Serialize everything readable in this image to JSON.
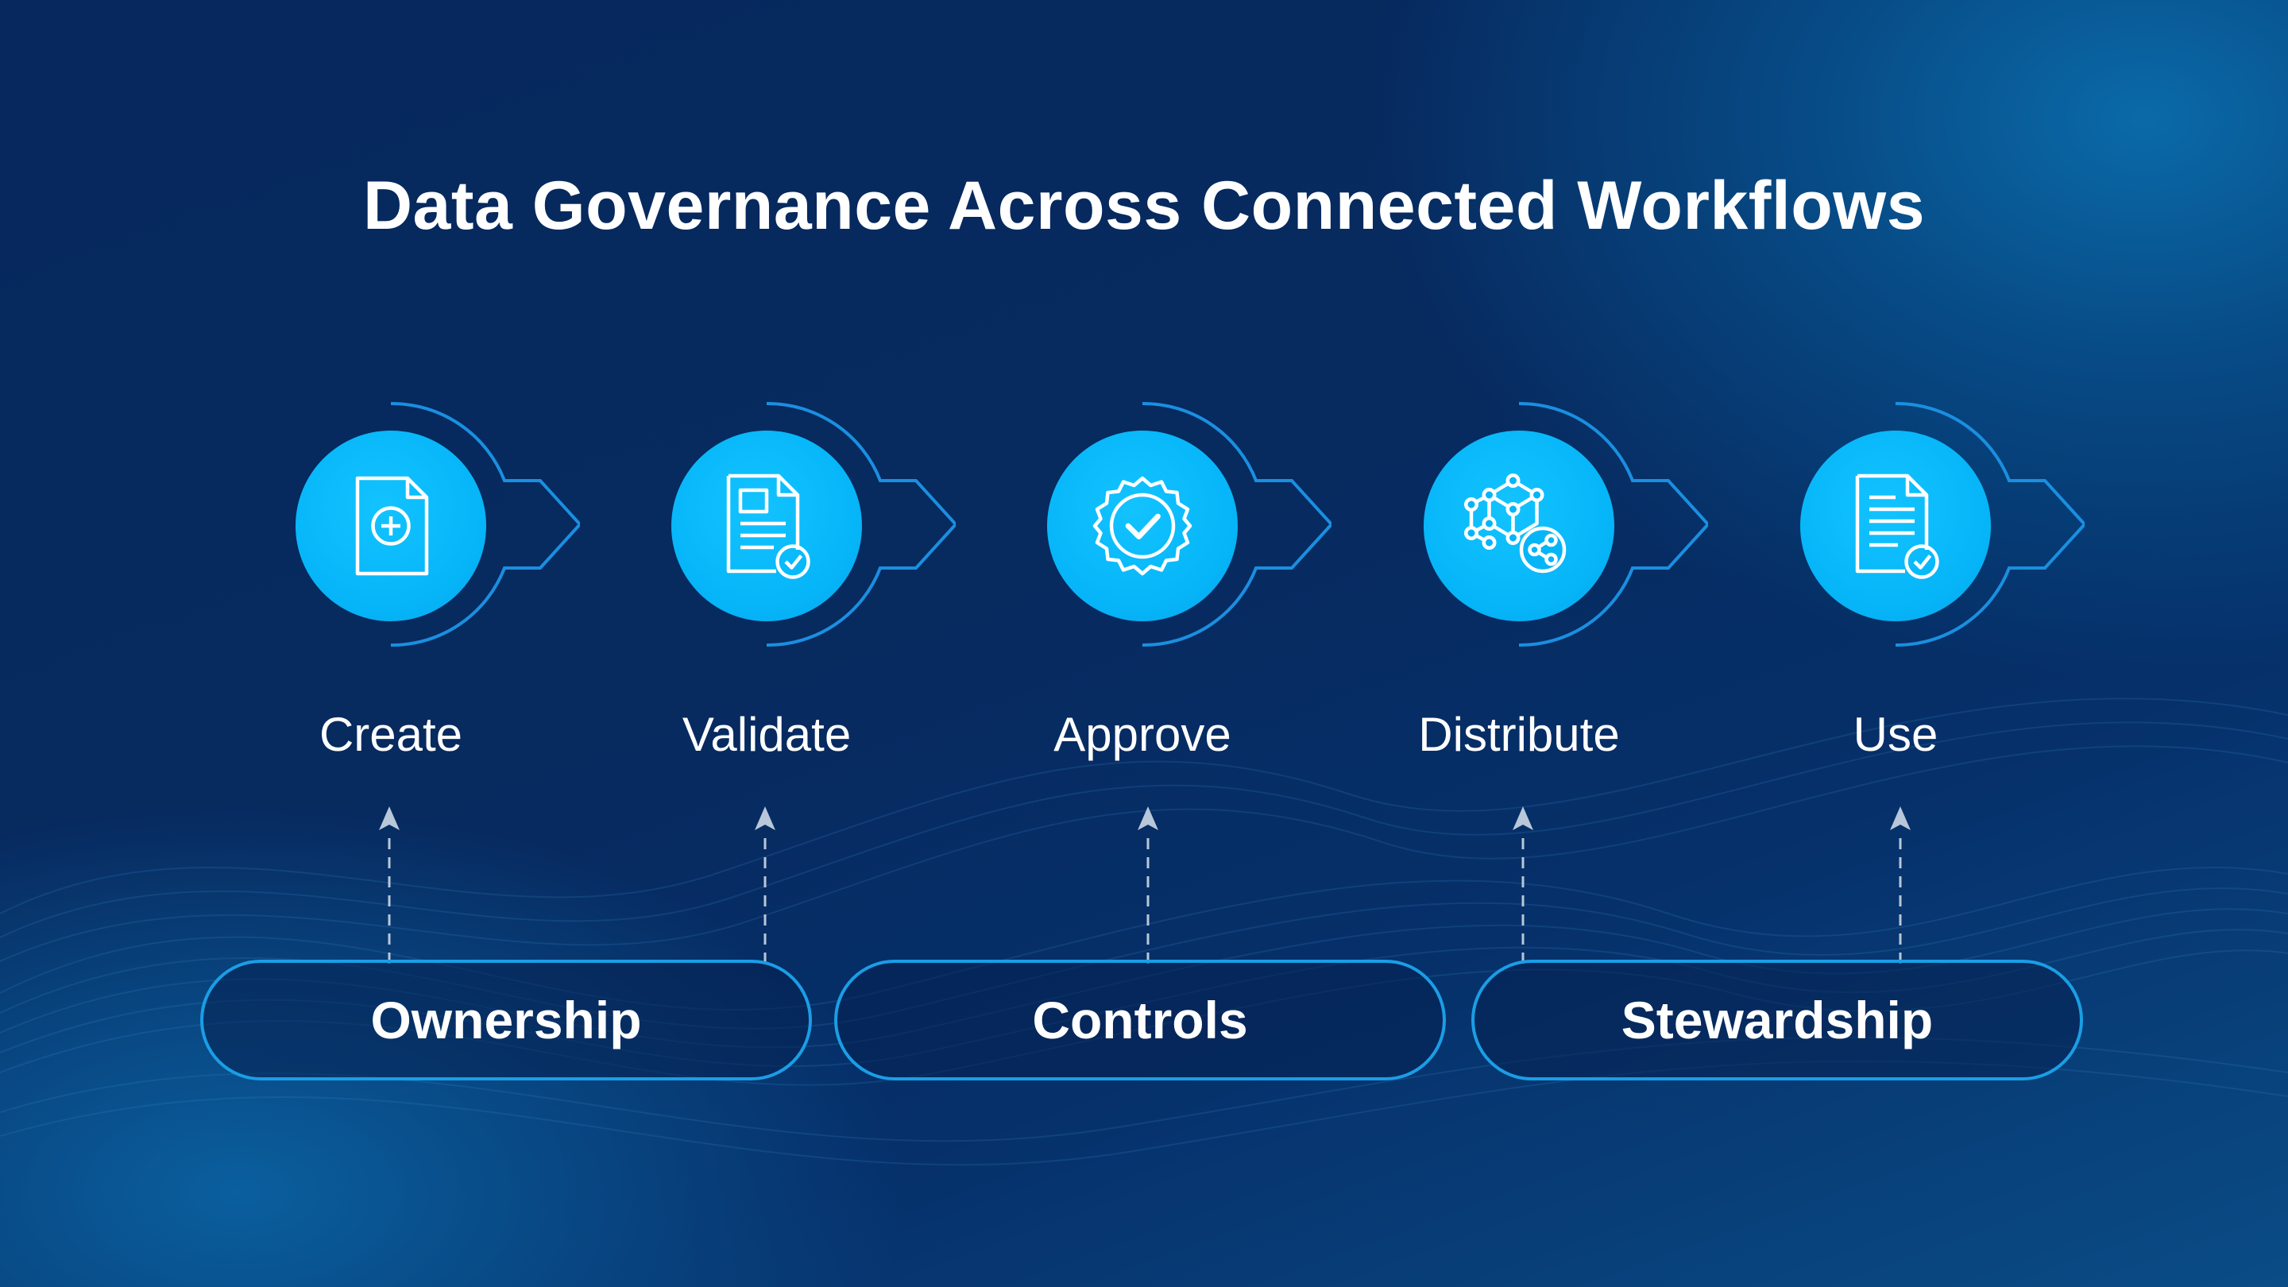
{
  "title": "Data Governance Across Connected Workflows",
  "steps": [
    {
      "label": "Create",
      "icon": "document-plus-icon"
    },
    {
      "label": "Validate",
      "icon": "document-check-icon"
    },
    {
      "label": "Approve",
      "icon": "badge-check-icon"
    },
    {
      "label": "Distribute",
      "icon": "network-share-icon"
    },
    {
      "label": "Use",
      "icon": "document-check-icon"
    }
  ],
  "pillars": [
    {
      "label": "Ownership"
    },
    {
      "label": "Controls"
    },
    {
      "label": "Stewardship"
    }
  ],
  "colors": {
    "background": "#06285e",
    "accent": "#06b5f8",
    "outline": "#1a9ee6",
    "arrow": "#b8c7d9",
    "text": "#ffffff"
  }
}
